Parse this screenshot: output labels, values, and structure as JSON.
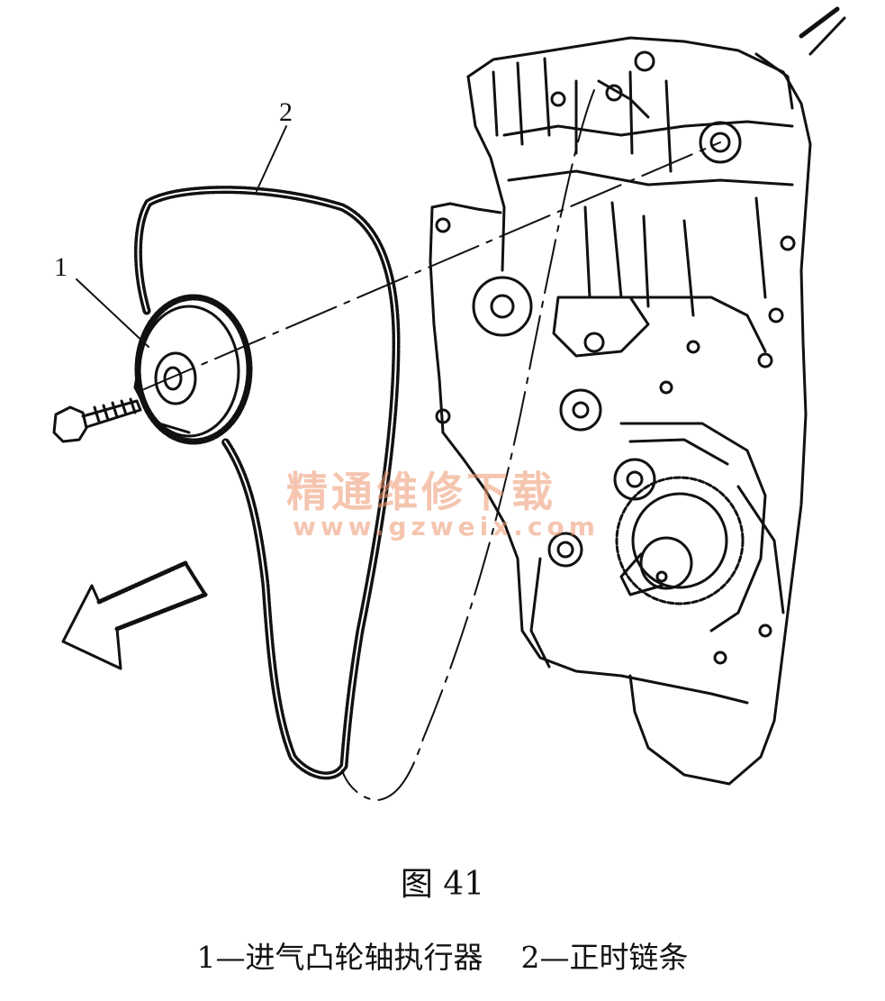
{
  "figure": {
    "callouts": [
      {
        "id": "1",
        "label": "1"
      },
      {
        "id": "2",
        "label": "2"
      }
    ],
    "watermark": {
      "text_cn": "精通维修下载",
      "url": "www.gzweix.com",
      "color": "#ec966e"
    }
  },
  "caption": {
    "title": "图 41",
    "legend": [
      "1—进气凸轮轴执行器",
      "2—正时链条"
    ]
  },
  "icons": [
    "bolt-icon",
    "direction-arrow-icon"
  ]
}
